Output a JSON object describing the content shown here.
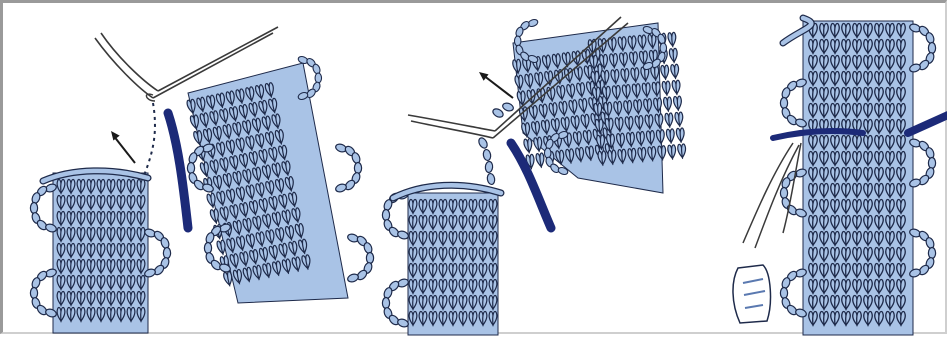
{
  "illustration": {
    "panels": [
      {
        "name": "step-1"
      },
      {
        "name": "step-2"
      },
      {
        "name": "step-3"
      }
    ],
    "colors": {
      "yarn_fill": "#a9c3e6",
      "yarn_outline": "#1e2a4a",
      "marker_yarn": "#1c2a78",
      "needle": "#3a3a3a",
      "arrow": "#1a1a1a",
      "frame": "#9a9a9a"
    }
  }
}
